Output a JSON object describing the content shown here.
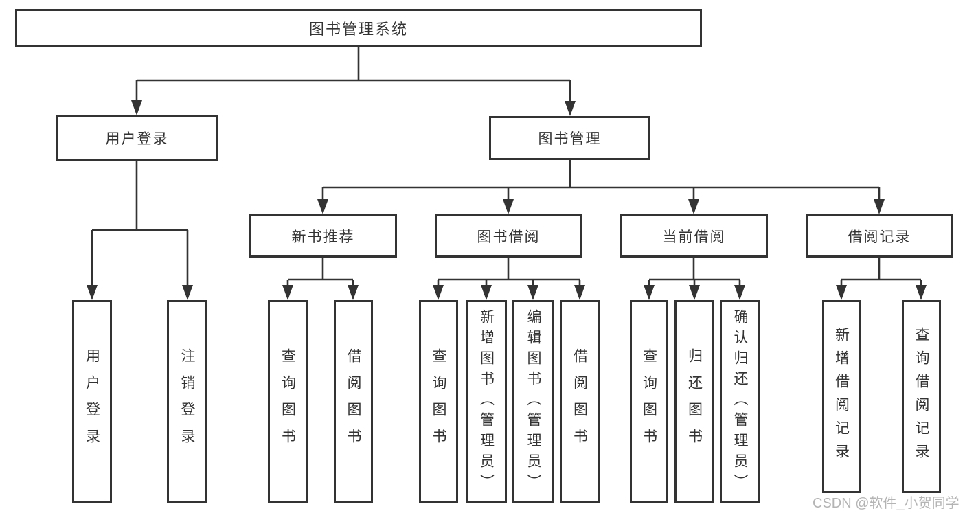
{
  "diagram": {
    "root": {
      "label": "图书管理系统"
    },
    "branches": [
      {
        "label": "用户登录",
        "leaves": [
          "用户登录",
          "注销登录"
        ]
      },
      {
        "label": "图书管理",
        "groups": [
          {
            "label": "新书推荐",
            "leaves": [
              "查询图书",
              "借阅图书"
            ]
          },
          {
            "label": "图书借阅",
            "leaves": [
              "查询图书",
              "新增图书（管理员）",
              "编辑图书（管理员）",
              "借阅图书"
            ]
          },
          {
            "label": "当前借阅",
            "leaves": [
              "查询图书",
              "归还图书",
              "确认归还（管理员）"
            ]
          },
          {
            "label": "借阅记录",
            "leaves": [
              "新增借阅记录",
              "查询借阅记录"
            ]
          }
        ]
      }
    ]
  },
  "watermark": {
    "text": "CSDN @软件_小贺同学"
  },
  "colors": {
    "line": "#333333",
    "text": "#333333",
    "watermark_gray": "#b4b4b4",
    "background": "#ffffff"
  }
}
